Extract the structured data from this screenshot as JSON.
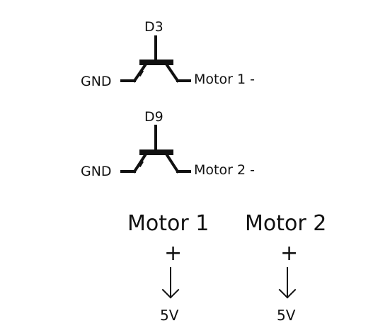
{
  "transistors": [
    {
      "base_label": "D3",
      "emitter_label": "GND",
      "collector_label": "Motor 1 -"
    },
    {
      "base_label": "D9",
      "emitter_label": "GND",
      "collector_label": "Motor 2 -"
    }
  ],
  "motors": [
    {
      "name": "Motor 1",
      "terminal": "+",
      "arrow_icon": "down-arrow-icon",
      "supply": "5V"
    },
    {
      "name": "Motor 2",
      "terminal": "+",
      "arrow_icon": "down-arrow-icon",
      "supply": "5V"
    }
  ],
  "colors": {
    "ink": "#111111",
    "background": "#ffffff"
  }
}
